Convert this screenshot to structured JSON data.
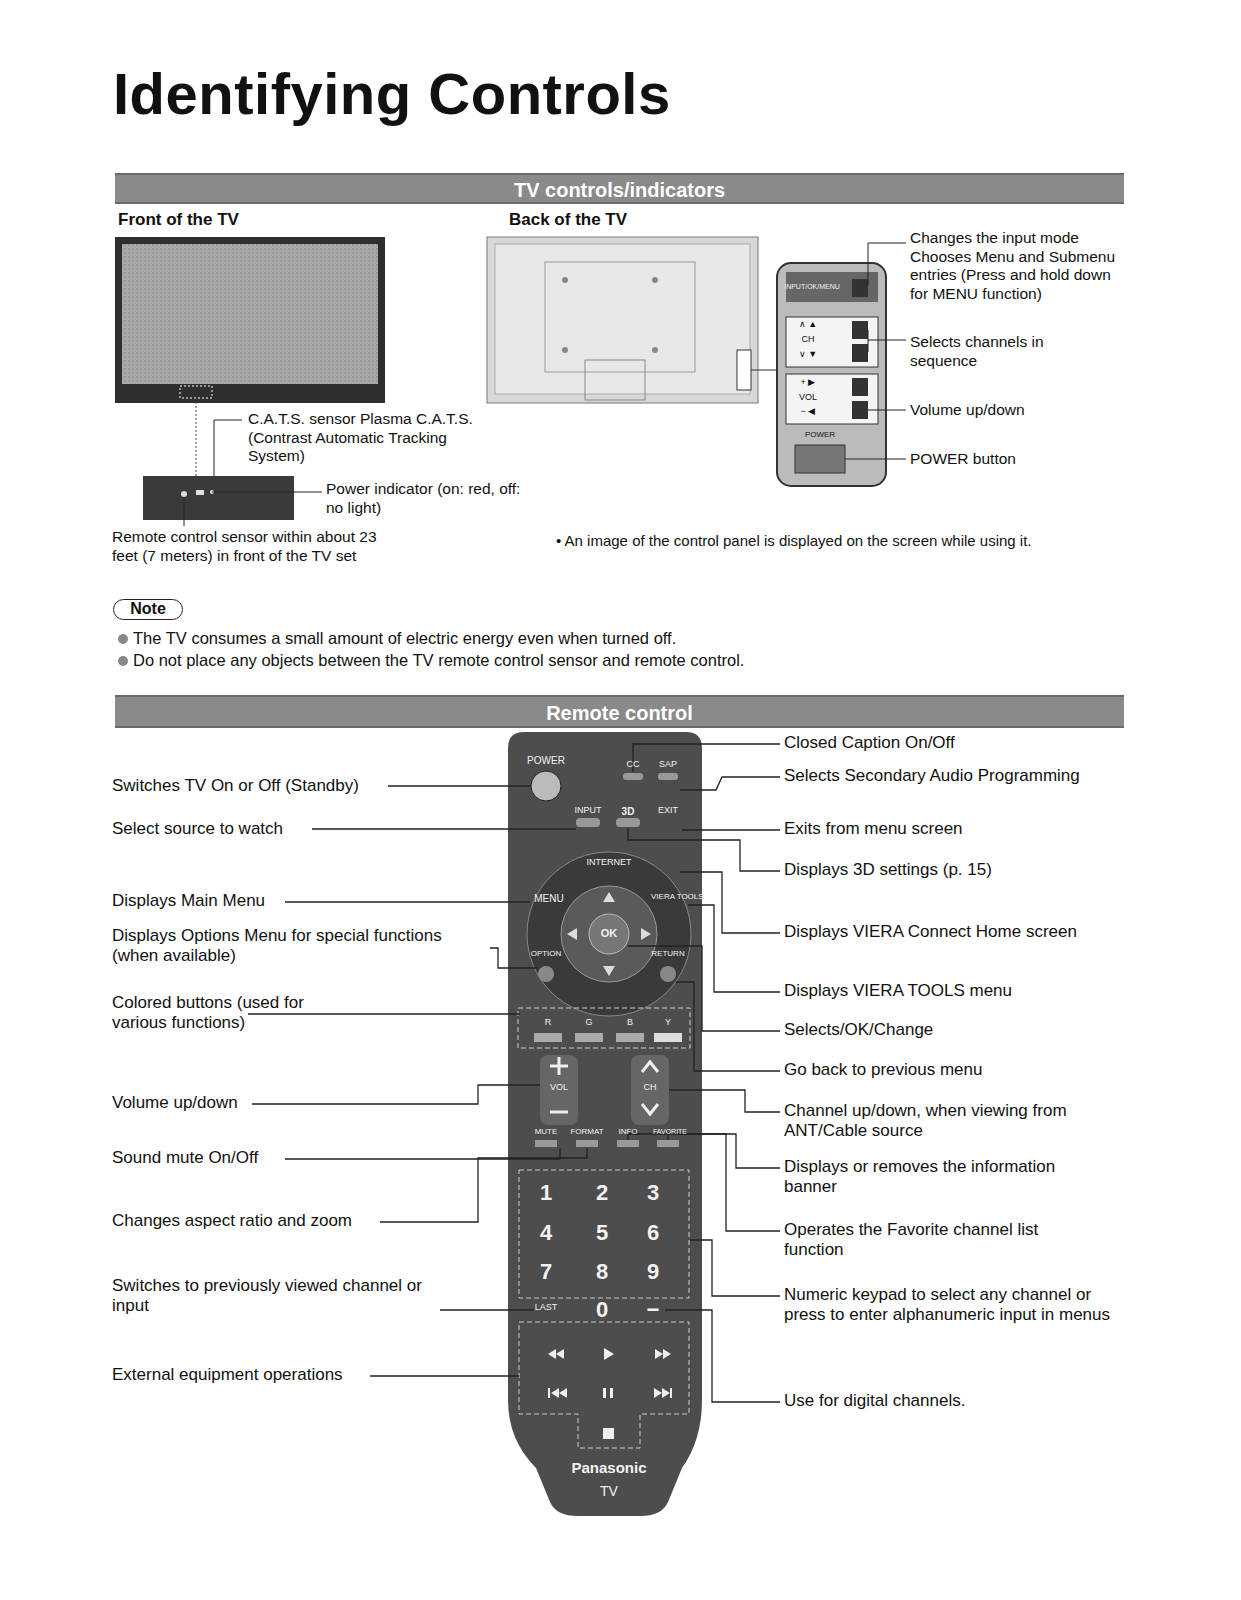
{
  "diagram": {
    "title": "Identifying Controls",
    "nodes": [
      {
        "text": [
          "TV controls/indicators"
        ]
      },
      {
        "text": [
          "Remote control"
        ]
      },
      {
        "text": [
          "Note"
        ]
      }
    ],
    "labels": [
      "Front of the TV",
      "Back of the TV",
      "C.A.T.S. sensor Plasma C.A.T.S. (Contrast Automatic Tracking System)",
      "Power indicator (on: red, off: no light)",
      "Remote control sensor within about 23 feet (7 meters) in front of the TV set",
      "Changes the input mode Chooses Menu and Submenu entries (Press and hold down for MENU function)",
      "Selects channels in sequence",
      "Volume up/down",
      "POWER button",
      "• An image of the control panel is displayed on the screen while using it.",
      "The TV consumes a small amount of electric energy even when turned off.",
      "Do not place any objects between the TV remote control sensor and remote control.",
      "INPUT/OK/MENU",
      "∧ ▲",
      "CH",
      "∨ ▼",
      "+ ▶",
      "VOL",
      "− ◀",
      "POWER",
      "Switches TV On or Off (Standby)",
      "Select source to watch",
      "Displays Main Menu",
      "Displays Options Menu for special functions (when available)",
      "Colored buttons (used for various functions)",
      "Volume up/down",
      "Sound mute On/Off",
      "Changes aspect ratio and zoom",
      "Switches to previously viewed channel or input",
      "External equipment operations",
      "Closed Caption On/Off",
      "Selects Secondary Audio Programming",
      "Exits from menu screen",
      "Displays 3D settings (p. 15)",
      "Displays VIERA Connect Home screen",
      "Displays VIERA TOOLS menu",
      "Selects/OK/Change",
      "Go back to previous menu",
      "Channel up/down, when viewing from ANT/Cable source",
      "Displays or removes the information banner",
      "Operates the Favorite channel list function",
      "Numeric keypad to select any channel or press to enter alphanumeric input in menus",
      "Use for digital channels.",
      "POWER",
      "CC",
      "SAP",
      "INPUT",
      "3D",
      "EXIT",
      "INTERNET",
      "MENU",
      "VIERA TOOLS",
      "OK",
      "OPTION",
      "RETURN",
      "R",
      "G",
      "B",
      "Y",
      "VOL",
      "CH",
      "MUTE",
      "FORMAT",
      "INFO",
      "FAVORITE",
      "1",
      "2",
      "3",
      "4",
      "5",
      "6",
      "7",
      "8",
      "9",
      "LAST",
      "0",
      "−",
      "Panasonic",
      "TV"
    ]
  }
}
